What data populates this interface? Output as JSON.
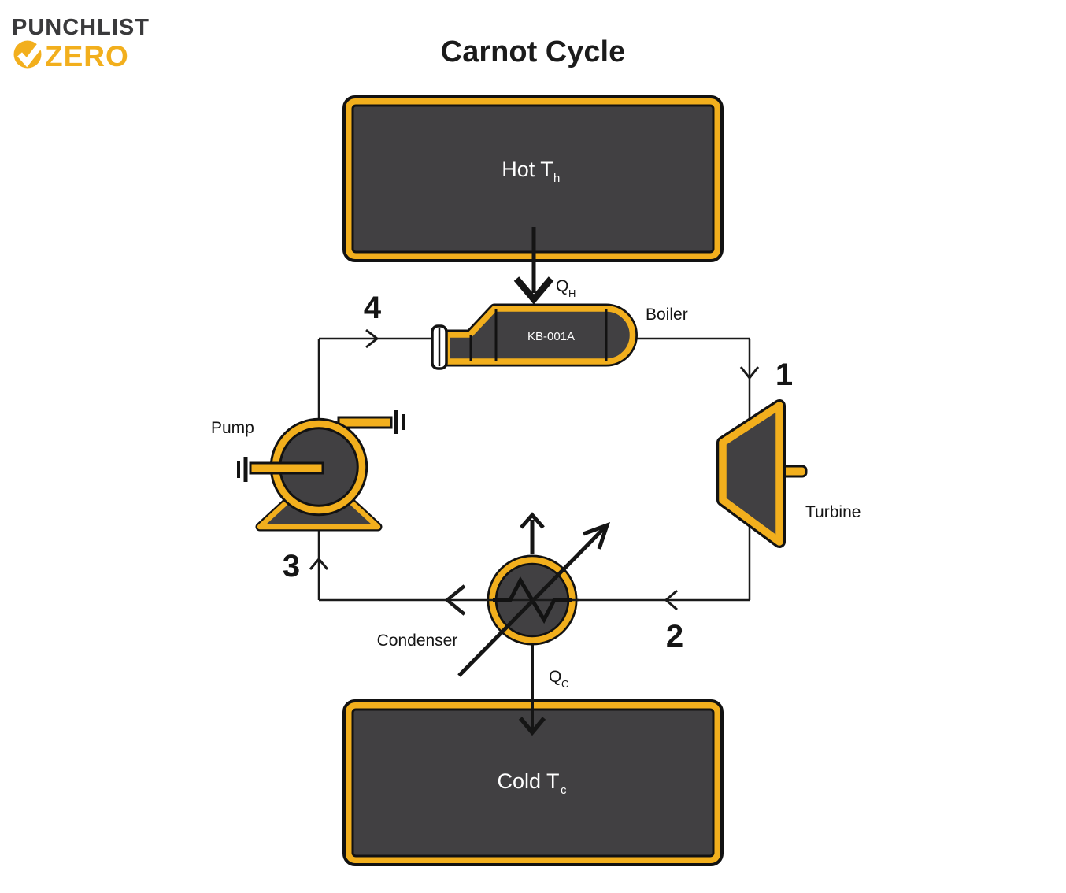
{
  "logo": {
    "brand_top": "PUNCHLIST",
    "brand_bottom": "ZERO"
  },
  "title": "Carnot Cycle",
  "reservoirs": {
    "hot": {
      "label": "Hot T",
      "sub": "h"
    },
    "cold": {
      "label": "Cold T",
      "sub": "c"
    }
  },
  "heat": {
    "qh": {
      "label": "Q",
      "sub": "H"
    },
    "qc": {
      "label": "Q",
      "sub": "C"
    }
  },
  "equipment": {
    "boiler": {
      "label": "Boiler",
      "tag": "KB-001A"
    },
    "turbine": {
      "label": "Turbine"
    },
    "condenser": {
      "label": "Condenser"
    },
    "pump": {
      "label": "Pump"
    }
  },
  "state_points": {
    "s1": "1",
    "s2": "2",
    "s3": "3",
    "s4": "4"
  },
  "colors": {
    "accent_yellow": "#F2AF1D",
    "dark_fill": "#414042",
    "outline_black": "#121212",
    "line_black": "#1A1A1A",
    "logo_gray": "#3A3A3C",
    "text_white": "#FFFFFF"
  }
}
